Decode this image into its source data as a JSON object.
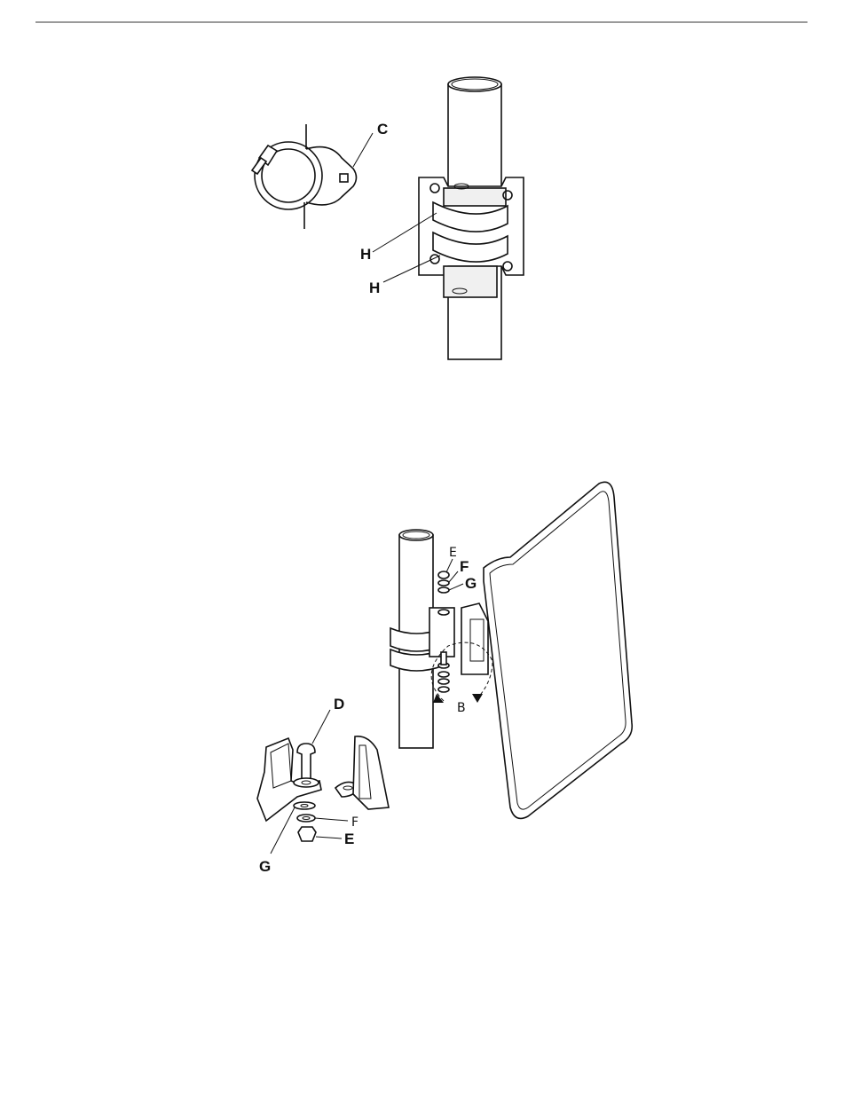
{
  "figure_top": {
    "labels": {
      "clamp_bracket": "C",
      "strap_upper": "H",
      "strap_lower": "H"
    }
  },
  "figure_bottom": {
    "labels": {
      "nut_top": "E",
      "lock_washer_top": "F",
      "flat_washer_top": "G",
      "rotation_arrow": "B",
      "bolt": "D",
      "lock_washer_detail": "F",
      "nut_detail": "E",
      "flat_washer_detail": "G"
    }
  }
}
